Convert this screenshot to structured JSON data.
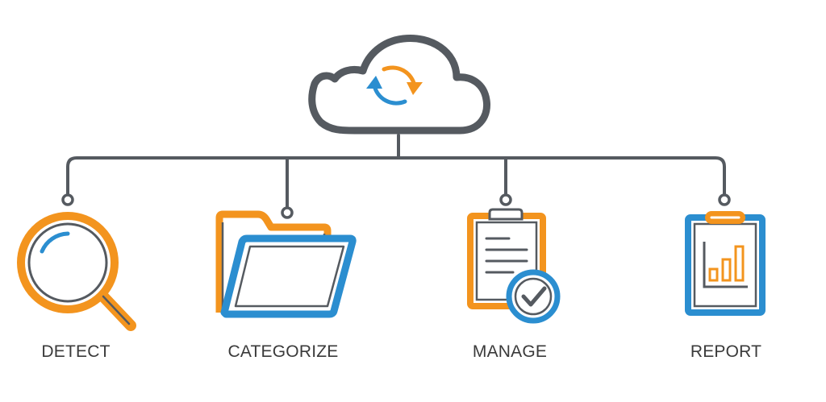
{
  "colors": {
    "line": "#555a60",
    "orange": "#f3941e",
    "blue": "#2b8ed0",
    "text": "#3a3a3a"
  },
  "center_node": {
    "icon": "cloud-sync-icon"
  },
  "steps": [
    {
      "label": "DETECT",
      "icon": "magnifier-icon"
    },
    {
      "label": "CATEGORIZE",
      "icon": "folder-icon"
    },
    {
      "label": "MANAGE",
      "icon": "clipboard-check-icon"
    },
    {
      "label": "REPORT",
      "icon": "clipboard-chart-icon"
    }
  ]
}
